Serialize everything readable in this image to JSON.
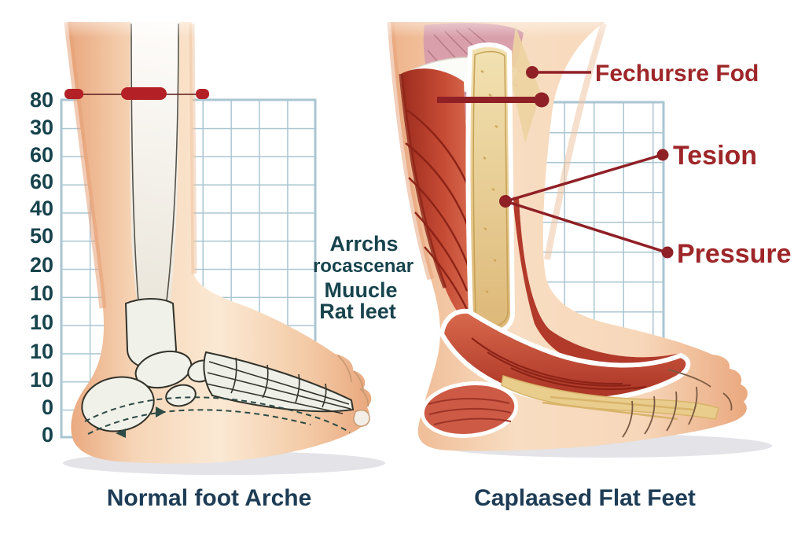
{
  "axis": {
    "labels": [
      "80",
      "30",
      "60",
      "60",
      "40",
      "50",
      "20",
      "10",
      "10",
      "10",
      "10",
      "0",
      "0"
    ]
  },
  "center_text": {
    "lines": [
      "Arrchs",
      "rocascenar",
      "Muucle",
      "Rat leet"
    ]
  },
  "callouts": {
    "feature": "Fechursre Fod",
    "tension": "Tesion",
    "pressure": "Pressure"
  },
  "captions": {
    "left": "Normal foot Arche",
    "right": "Caplaased Flat Feet"
  },
  "colors": {
    "grid_blue": "#aac6d2",
    "callout_red": "#9e2629",
    "marker_red": "#b32025",
    "text_teal": "#17434d",
    "caption_navy": "#1d3c55",
    "skin": "#f4cda9",
    "muscle_red": "#bb4231",
    "bone_white": "#f0f1e9",
    "bone_tan": "#e9cd92",
    "shadow_gray": "#e3e3e8"
  }
}
